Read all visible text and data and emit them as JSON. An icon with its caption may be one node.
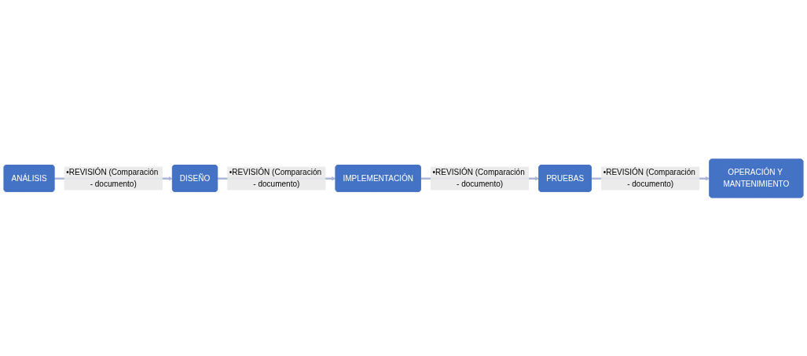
{
  "diagram": {
    "nodes": [
      {
        "text": [
          "ANÁLISIS"
        ]
      },
      {
        "text": [
          "DISEÑO"
        ]
      },
      {
        "text": [
          "IMPLEMENTACIÓN"
        ]
      },
      {
        "text": [
          "PRUEBAS"
        ]
      },
      {
        "text": [
          "OPERACIÓN Y MANTENIMIENTO"
        ]
      }
    ],
    "edges": [
      {
        "from": 0,
        "to": 1,
        "arrow": "to",
        "label": "•REVISIÓN (Comparación - documento)"
      },
      {
        "from": 1,
        "to": 2,
        "arrow": "to",
        "label": "•REVISIÓN (Comparación - documento)"
      },
      {
        "from": 2,
        "to": 3,
        "arrow": "to",
        "label": "•REVISIÓN (Comparación - documento)"
      },
      {
        "from": 3,
        "to": 4,
        "arrow": "to",
        "label": "•REVISIÓN (Comparación - documento)"
      }
    ]
  }
}
